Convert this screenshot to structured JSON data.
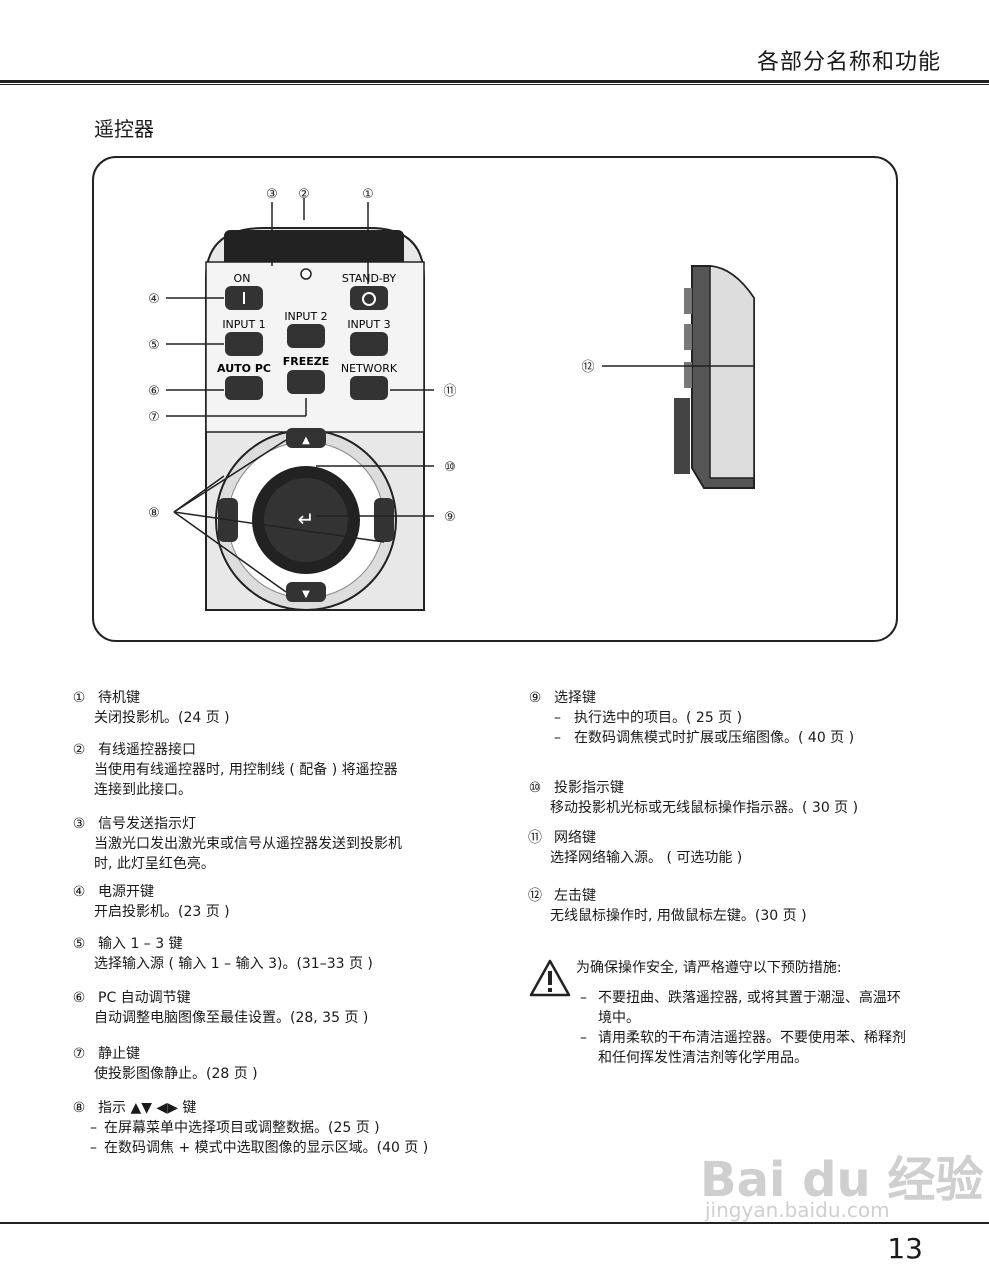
{
  "header": {
    "title": "各部分名称和功能"
  },
  "section": {
    "title": "遥控器"
  },
  "figure": {
    "callouts": [
      "①",
      "②",
      "③",
      "④",
      "⑤",
      "⑥",
      "⑦",
      "⑧",
      "⑨",
      "⑩",
      "⑪",
      "⑫"
    ],
    "labels": {
      "on": "ON",
      "standby": "STAND-BY",
      "input1": "INPUT 1",
      "input2": "INPUT 2",
      "input3": "INPUT 3",
      "autopc": "AUTO PC",
      "freeze": "FREEZE",
      "network": "NETWORK"
    }
  },
  "items_left": [
    {
      "num": "①",
      "title": "待机键",
      "lines": [
        "关闭投影机。(24 页 )"
      ]
    },
    {
      "num": "②",
      "title": "有线遥控器接口",
      "lines": [
        "当使用有线遥控器时, 用控制线 ( 配备 ) 将遥控器",
        "连接到此接口。"
      ]
    },
    {
      "num": "③",
      "title": "信号发送指示灯",
      "lines": [
        "当激光口发出激光束或信号从遥控器发送到投影机",
        "时, 此灯呈红色亮。"
      ]
    },
    {
      "num": "④",
      "title": "电源开键",
      "lines": [
        "开启投影机。(23 页 )"
      ]
    },
    {
      "num": "⑤",
      "title": "输入 1 – 3 键",
      "lines": [
        "选择输入源 ( 输入 1 – 输入 3)。(31–33 页 )"
      ]
    },
    {
      "num": "⑥",
      "title": "PC 自动调节键",
      "lines": [
        "自动调整电脑图像至最佳设置。(28, 35 页 )"
      ]
    },
    {
      "num": "⑦",
      "title": "静止键",
      "lines": [
        "使投影图像静止。(28 页 )"
      ]
    },
    {
      "num": "⑧",
      "title": "指示 ▲▼ ◀▶ 键",
      "dashes": [
        "在屏幕菜单中选择项目或调整数据。(25 页 )",
        "在数码调焦 + 模式中选取图像的显示区域。(40 页 )"
      ]
    }
  ],
  "items_right": [
    {
      "num": "⑨",
      "title": "选择键",
      "dashes": [
        "执行选中的项目。( 25 页 )",
        "在数码调焦模式时扩展或压缩图像。( 40 页 )"
      ]
    },
    {
      "num": "⑩",
      "title": "投影指示键",
      "lines": [
        "移动投影机光标或无线鼠标操作指示器。( 30 页 )"
      ]
    },
    {
      "num": "⑪",
      "title": "网络键",
      "lines": [
        "选择网络输入源。 ( 可选功能 )"
      ]
    },
    {
      "num": "⑫",
      "title": "左击键",
      "lines": [
        "无线鼠标操作时, 用做鼠标左键。(30 页 )"
      ]
    }
  ],
  "warning": {
    "title": "为确保操作安全, 请严格遵守以下预防措施:",
    "lines": [
      "不要扭曲、跌落遥控器, 或将其置于潮湿、高温环境中。",
      "请用柔软的干布清洁遥控器。不要使用苯、稀释剂和任何挥发性清洁剂等化学用品。"
    ]
  },
  "watermark": {
    "text": "Bai du 经验",
    "sub": "jingyan.baidu.com"
  },
  "footer": {
    "page_number": "13"
  }
}
